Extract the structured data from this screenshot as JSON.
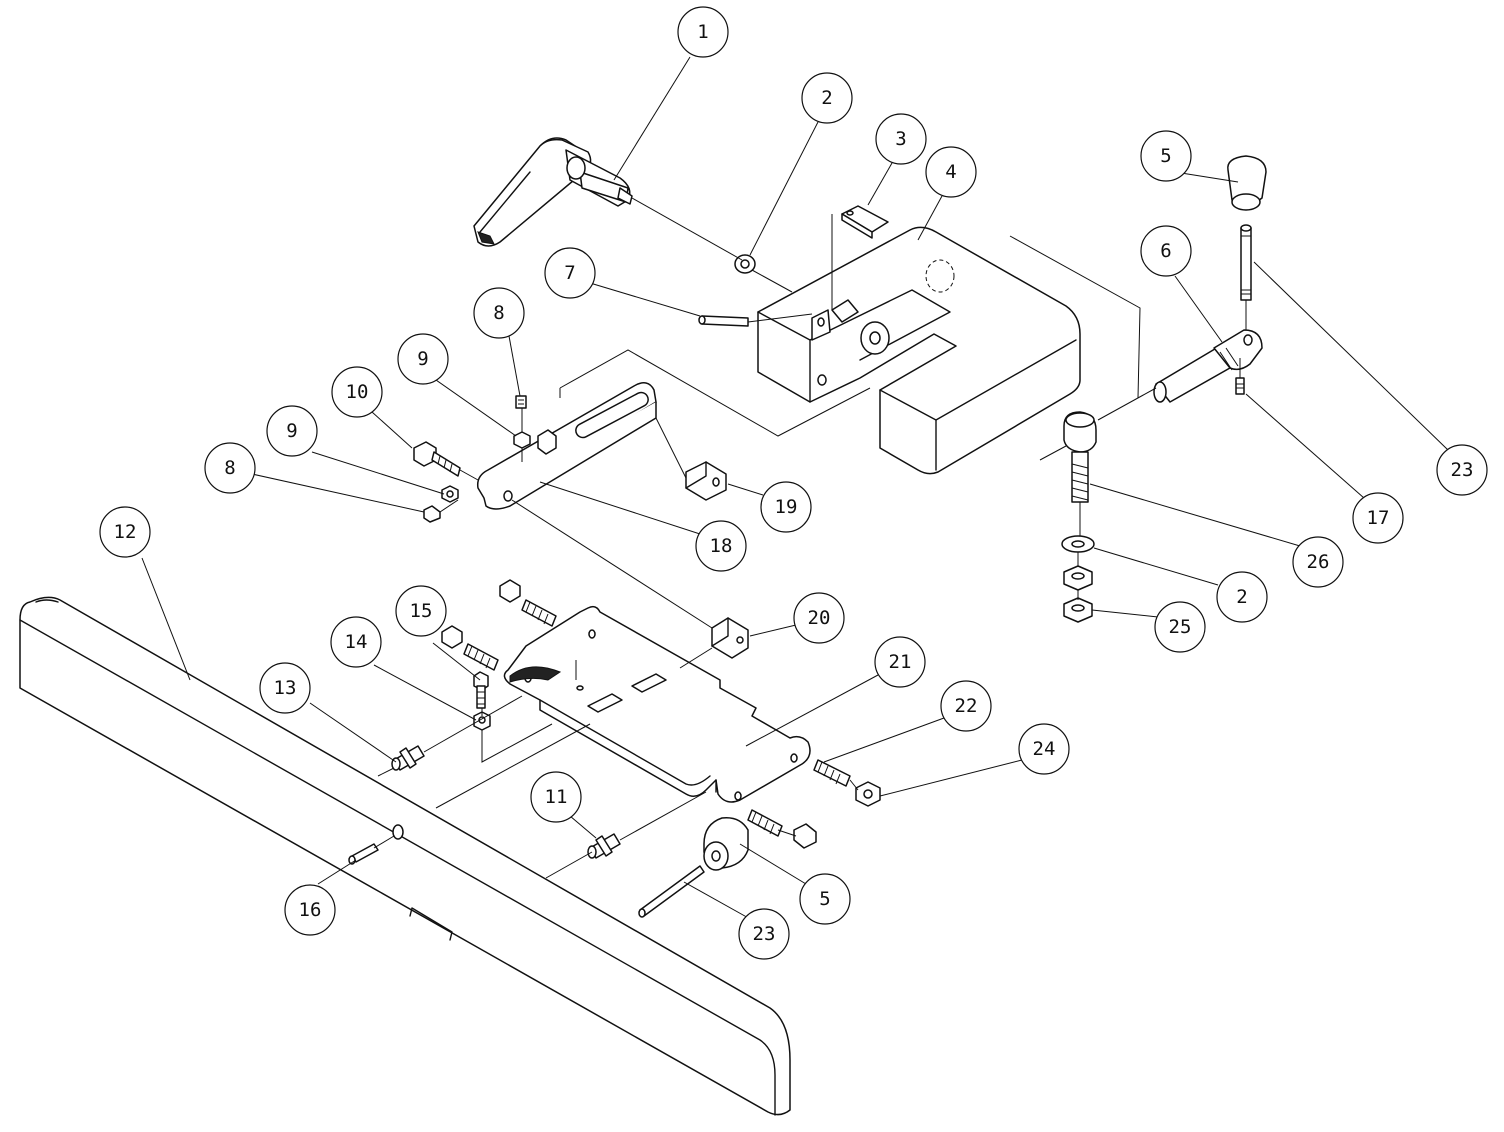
{
  "diagram": {
    "callouts": [
      {
        "label": "1"
      },
      {
        "label": "2"
      },
      {
        "label": "3"
      },
      {
        "label": "4"
      },
      {
        "label": "5"
      },
      {
        "label": "6"
      },
      {
        "label": "7"
      },
      {
        "label": "8"
      },
      {
        "label": "9"
      },
      {
        "label": "10"
      },
      {
        "label": "9"
      },
      {
        "label": "8"
      },
      {
        "label": "12"
      },
      {
        "label": "23"
      },
      {
        "label": "17"
      },
      {
        "label": "26"
      },
      {
        "label": "2"
      },
      {
        "label": "25"
      },
      {
        "label": "18"
      },
      {
        "label": "19"
      },
      {
        "label": "20"
      },
      {
        "label": "21"
      },
      {
        "label": "22"
      },
      {
        "label": "24"
      },
      {
        "label": "13"
      },
      {
        "label": "14"
      },
      {
        "label": "15"
      },
      {
        "label": "11"
      },
      {
        "label": "5"
      },
      {
        "label": "23"
      },
      {
        "label": "16"
      }
    ]
  }
}
